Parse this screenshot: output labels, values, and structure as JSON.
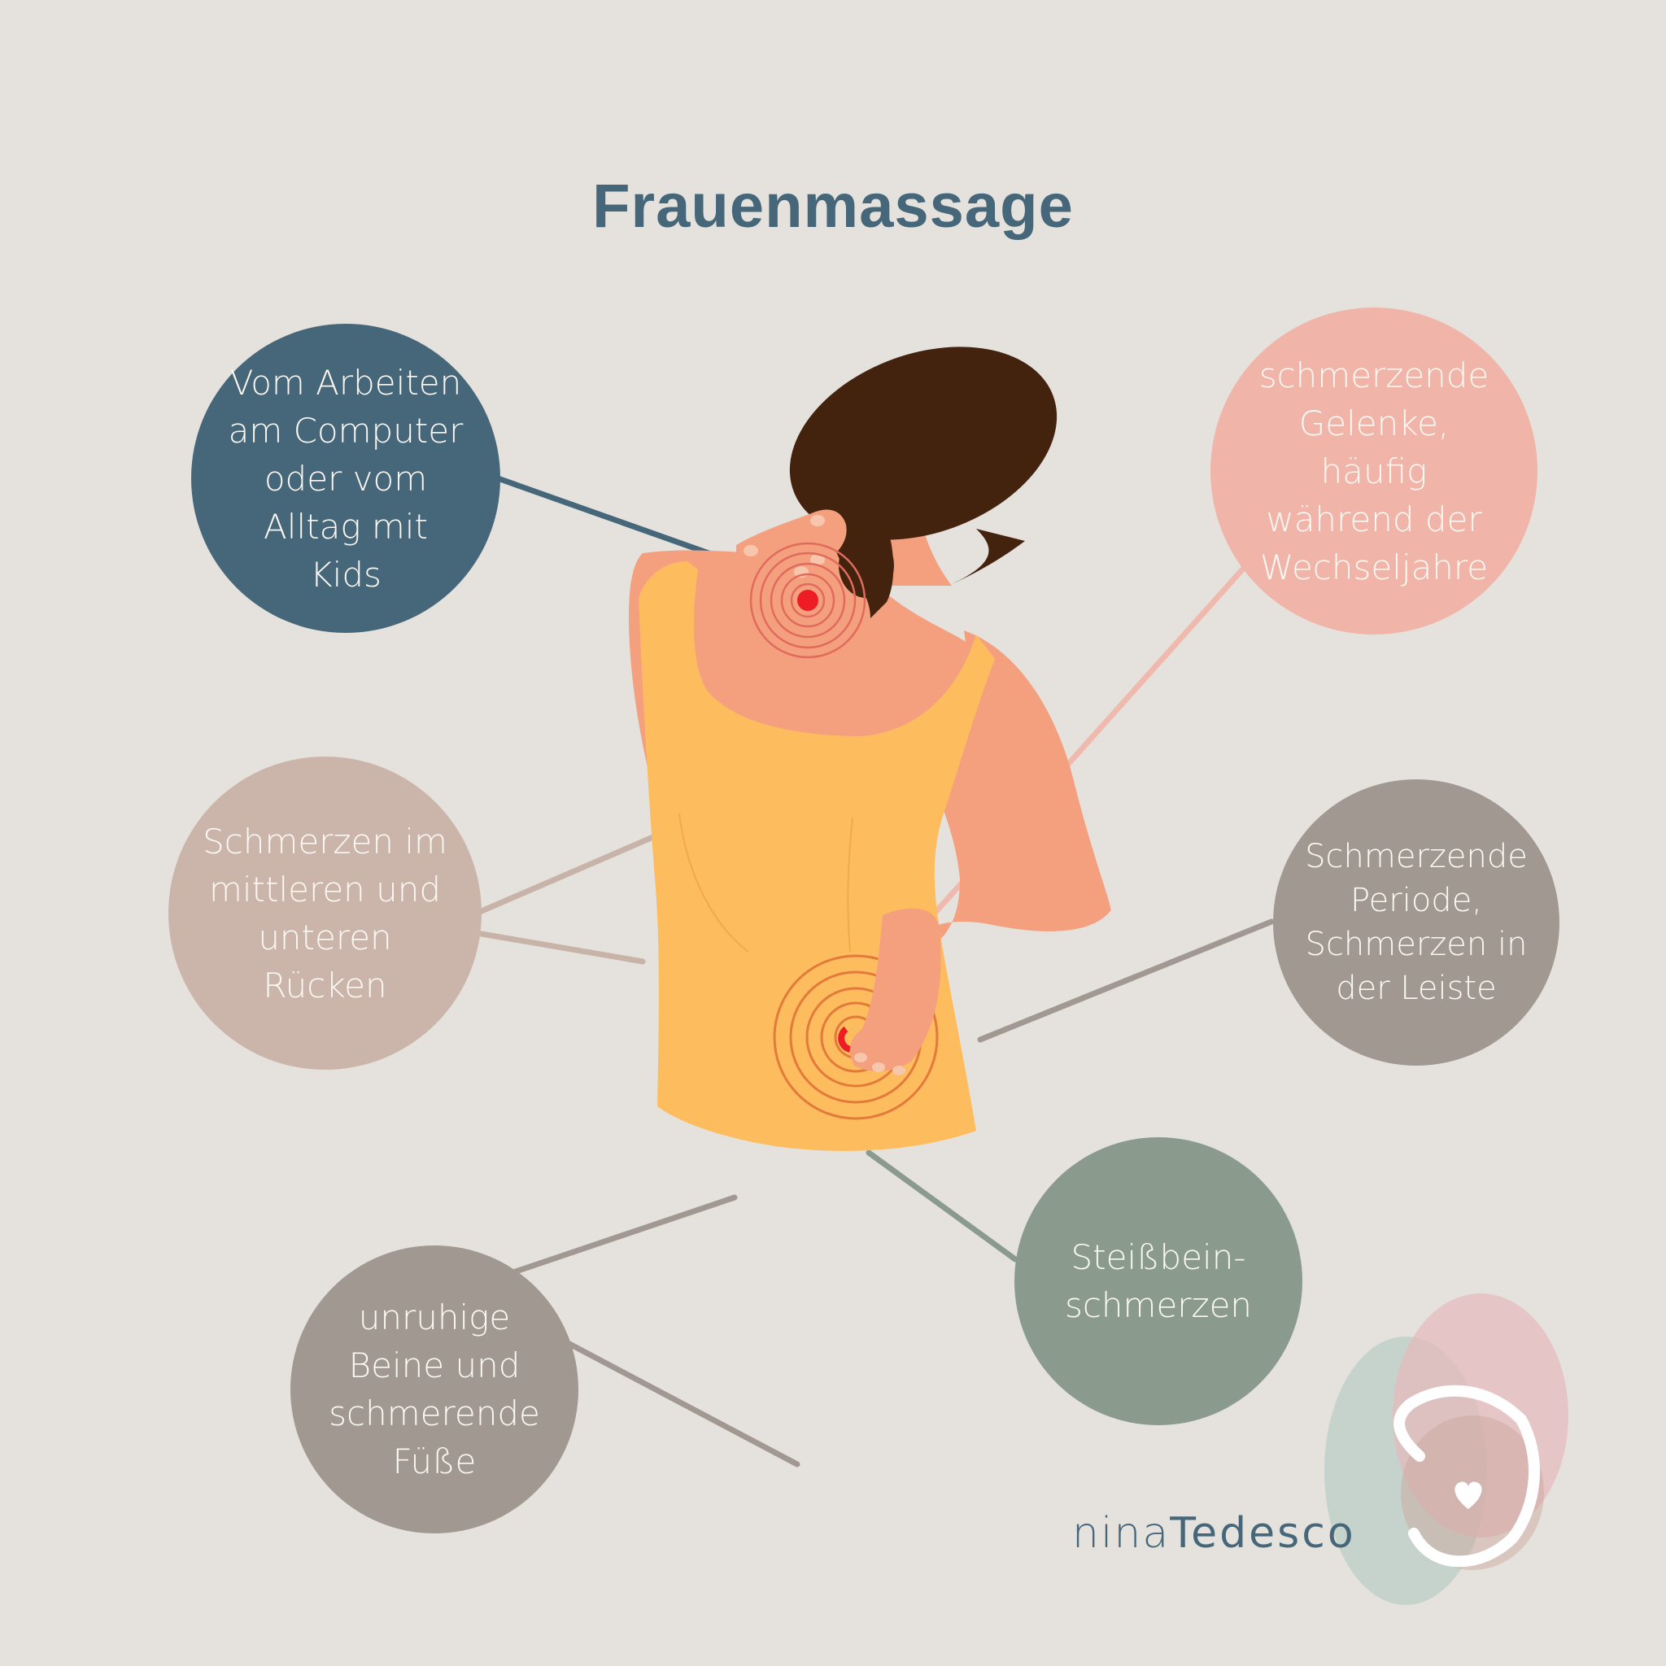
{
  "title": "Frauenmassage",
  "colors": {
    "background": "#e5e2dd",
    "title": "#466679",
    "skin": "#f4a07e",
    "shirt": "#fdbd5f",
    "hair": "#43220e",
    "pain_dot": "#ee1c24"
  },
  "bubbles": [
    {
      "id": "computer",
      "position": "top-left",
      "color": "#466679",
      "text": "Vom Arbeiten\nam Computer\noder vom\nAlltag mit\nKids"
    },
    {
      "id": "joints",
      "position": "top-right",
      "color": "#f0b5a8",
      "text": "schmerzende\nGelenke,\nhäufig\nwährend der\nWechseljahre"
    },
    {
      "id": "back",
      "position": "middle-left",
      "color": "#cbb5aa",
      "text": "Schmerzen im\nmittleren und\nunteren\nRücken"
    },
    {
      "id": "period",
      "position": "middle-right",
      "color": "#a09891",
      "text": "Schmerzende\nPeriode,\nSchmerzen in\nder Leiste"
    },
    {
      "id": "coccyx",
      "position": "bottom-right",
      "color": "#8a9b8e",
      "text": "Steißbein-\nschmerzen"
    },
    {
      "id": "legs",
      "position": "bottom-left",
      "color": "#a09891",
      "text": "unruhige\nBeine und\nschmerende\nFüße"
    }
  ],
  "brand": {
    "first": "nina",
    "last": "Tedesco",
    "logo_icon": "spiral-heart-logo"
  }
}
